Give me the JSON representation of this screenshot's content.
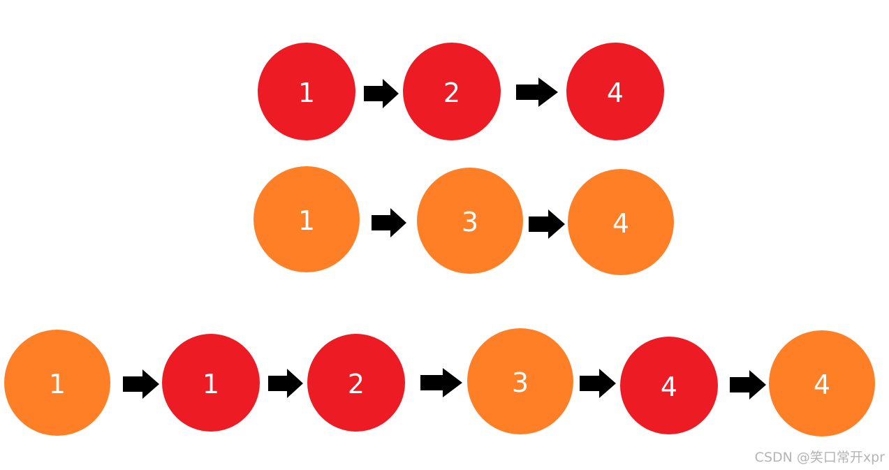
{
  "colors": {
    "list_a": "#ED1C24",
    "list_b": "#FF7F27",
    "arrow": "#000000",
    "label": "#FFFFFF",
    "watermark": "#B4B4B4"
  },
  "diagram": {
    "list_a": {
      "name": "list-a",
      "nodes": [
        {
          "label": "1",
          "list": "a"
        },
        {
          "label": "2",
          "list": "a"
        },
        {
          "label": "4",
          "list": "a"
        }
      ]
    },
    "list_b": {
      "name": "list-b",
      "nodes": [
        {
          "label": "1",
          "list": "b"
        },
        {
          "label": "3",
          "list": "b"
        },
        {
          "label": "4",
          "list": "b"
        }
      ]
    },
    "merged": {
      "name": "merged-list",
      "nodes": [
        {
          "label": "1",
          "list": "b"
        },
        {
          "label": "1",
          "list": "a"
        },
        {
          "label": "2",
          "list": "a"
        },
        {
          "label": "3",
          "list": "b"
        },
        {
          "label": "4",
          "list": "a"
        },
        {
          "label": "4",
          "list": "b"
        }
      ]
    }
  },
  "watermark": {
    "text": "CSDN @笑口常开xpr"
  }
}
